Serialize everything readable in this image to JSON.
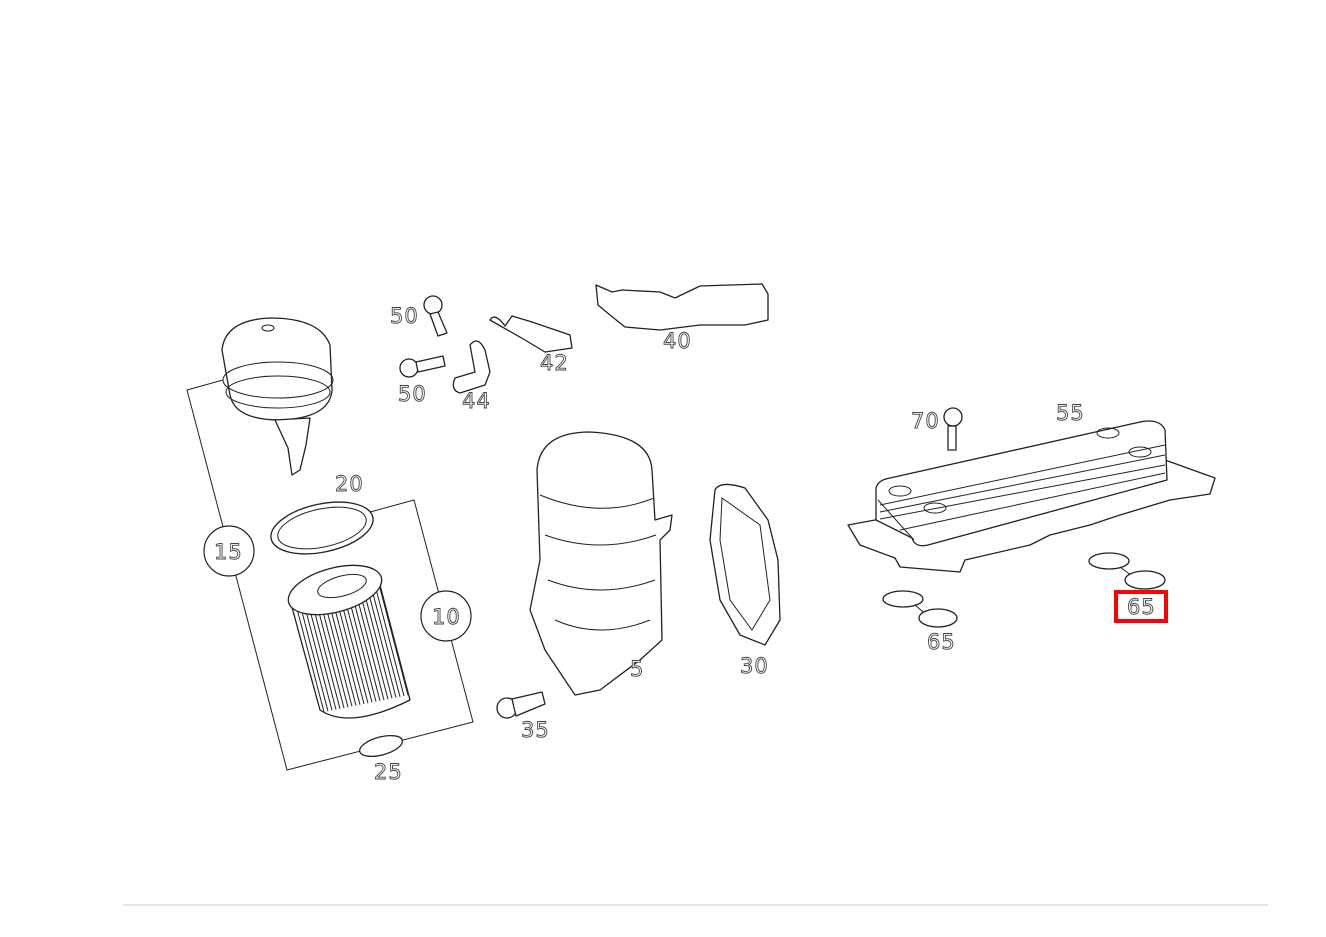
{
  "diagram": {
    "labels": {
      "p50a": "50",
      "p50b": "50",
      "p44": "44",
      "p42": "42",
      "p40": "40",
      "p20": "20",
      "p15": "15",
      "p10": "10",
      "p25": "25",
      "p35": "35",
      "p5": "5",
      "p30": "30",
      "p70": "70",
      "p55": "55",
      "p65a": "65",
      "p65b": "65"
    },
    "highlighted_part": "65",
    "highlight_color": "#ff0000"
  }
}
